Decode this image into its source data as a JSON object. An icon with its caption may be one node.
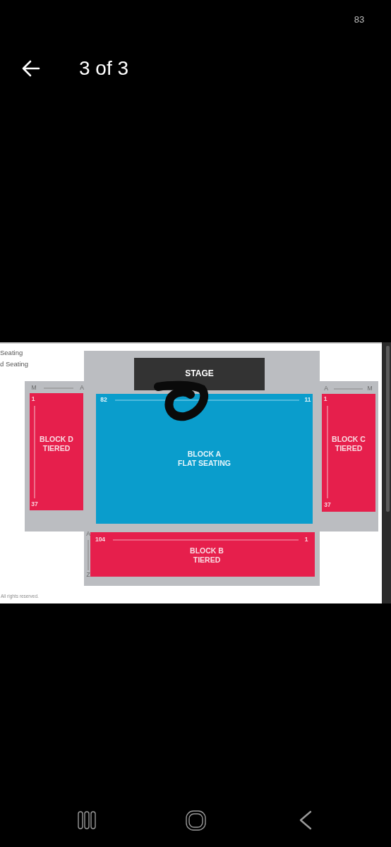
{
  "diagram": {
    "nodes": [
      {
        "text": [
          "STAGE"
        ]
      },
      {
        "text": [
          "BLOCK D",
          "TIERED"
        ],
        "beside": [
          "M",
          "A"
        ]
      },
      {
        "text": [
          "BLOCK A",
          "FLAT SEATING"
        ]
      },
      {
        "text": [
          "BLOCK C",
          "TIERED"
        ],
        "beside": [
          "A",
          "M"
        ]
      },
      {
        "text": [
          "BLOCK B",
          "TIERED"
        ],
        "beside": [
          "A",
          "Z"
        ]
      }
    ],
    "labels": [
      "83",
      "3 of 3",
      "Seating",
      "d Seating",
      "1",
      "82",
      "11",
      "1",
      "37",
      "37",
      "104",
      "1",
      "All rights reserved."
    ]
  }
}
